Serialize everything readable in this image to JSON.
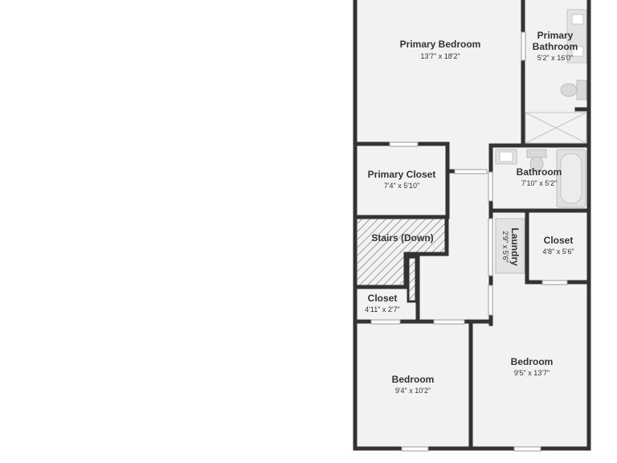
{
  "colors": {
    "wall": "#333333",
    "floor": "#f2f2f2",
    "fixture": "#d9d9d9",
    "text": "#333333"
  },
  "rooms": {
    "primary_bedroom": {
      "name": "Primary Bedroom",
      "dims": "13'7\" x 18'2\""
    },
    "primary_bathroom": {
      "name_line1": "Primary",
      "name_line2": "Bathroom",
      "dims": "5'2\" x 16'0\""
    },
    "primary_closet": {
      "name": "Primary Closet",
      "dims": "7'4\" x 5'10\""
    },
    "bathroom": {
      "name": "Bathroom",
      "dims": "7'10\" x 5'2\""
    },
    "stairs": {
      "name": "Stairs (Down)"
    },
    "laundry": {
      "name": "Laundry",
      "dims": "2'9\" x 5'6\""
    },
    "closet_right": {
      "name": "Closet",
      "dims": "4'8\" x 5'6\""
    },
    "closet_left": {
      "name": "Closet",
      "dims": "4'11\" x 2'7\""
    },
    "bedroom_left": {
      "name": "Bedroom",
      "dims": "9'4\" x 10'2\""
    },
    "bedroom_right": {
      "name": "Bedroom",
      "dims": "9'5\" x 13'7\""
    }
  }
}
